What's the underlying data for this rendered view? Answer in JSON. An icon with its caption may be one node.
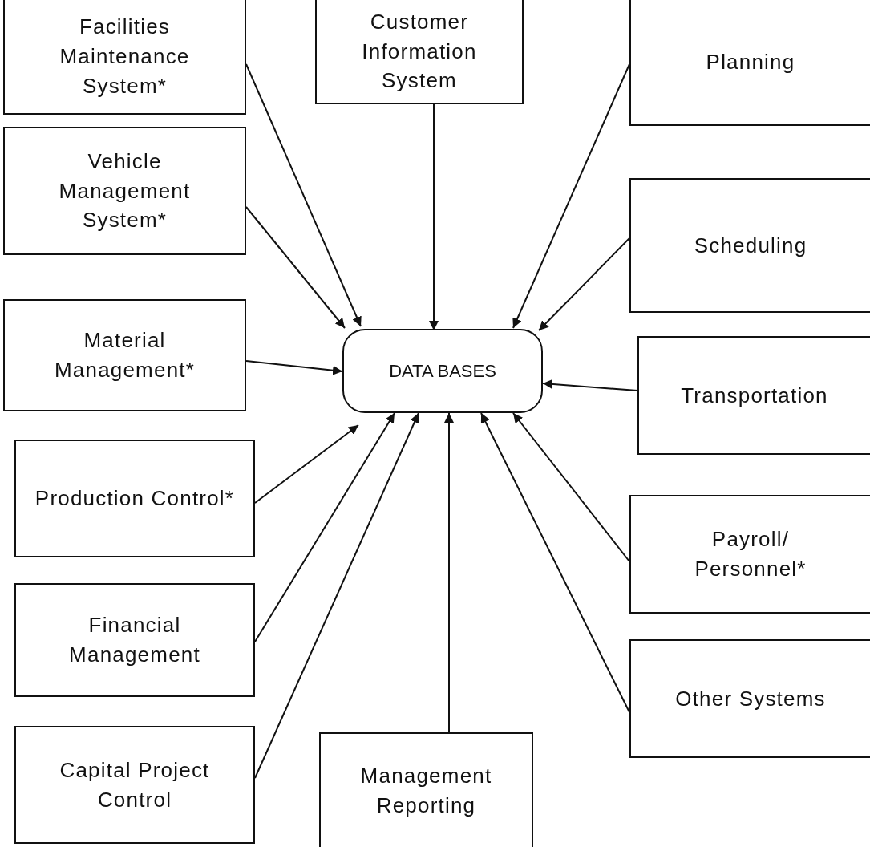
{
  "diagram": {
    "nodes": [
      {
        "text": [
          "Facilities Maintenance System*"
        ]
      },
      {
        "text": [
          "Customer Information System"
        ]
      },
      {
        "text": [
          "Planning"
        ]
      },
      {
        "text": [
          "Vehicle Management System*"
        ]
      },
      {
        "text": [
          "Scheduling"
        ]
      },
      {
        "text": [
          "Material Management*"
        ]
      },
      {
        "text": [
          "DATA BASES"
        ]
      },
      {
        "text": [
          "Transportation"
        ]
      },
      {
        "text": [
          "Production Control*"
        ]
      },
      {
        "text": [
          "Payroll/ Personnel*"
        ]
      },
      {
        "text": [
          "Financial Management"
        ]
      },
      {
        "text": [
          "Other Systems"
        ]
      },
      {
        "text": [
          "Capital Project Control"
        ]
      },
      {
        "text": [
          "Management Reporting"
        ]
      }
    ],
    "edges": [
      {
        "from": 0,
        "to": 6,
        "arrow": "to"
      },
      {
        "from": 1,
        "to": 6,
        "arrow": "to"
      },
      {
        "from": 2,
        "to": 6,
        "arrow": "to"
      },
      {
        "from": 3,
        "to": 6,
        "arrow": "to"
      },
      {
        "from": 4,
        "to": 6,
        "arrow": "to"
      },
      {
        "from": 5,
        "to": 6,
        "arrow": "to"
      },
      {
        "from": 7,
        "to": 6,
        "arrow": "to"
      },
      {
        "from": 8,
        "to": 6,
        "arrow": "to"
      },
      {
        "from": 9,
        "to": 6,
        "arrow": "to"
      },
      {
        "from": 10,
        "to": 6,
        "arrow": "to"
      },
      {
        "from": 11,
        "to": 6,
        "arrow": "to"
      },
      {
        "from": 12,
        "to": 6,
        "arrow": "to"
      },
      {
        "from": 13,
        "to": 6,
        "arrow": "to"
      }
    ]
  }
}
